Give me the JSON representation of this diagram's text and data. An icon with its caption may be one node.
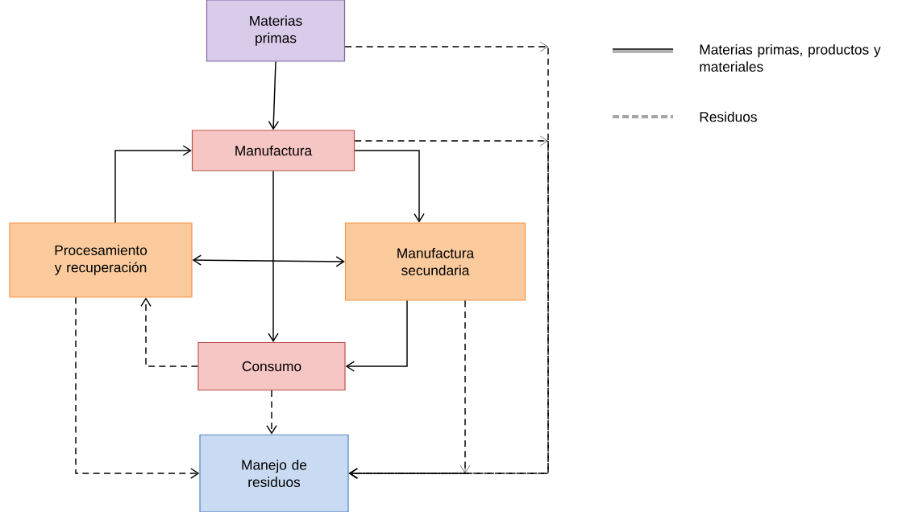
{
  "diagram": {
    "nodes": [
      {
        "text": [
          "Materias primas"
        ]
      },
      {
        "text": [
          "Manufactura"
        ]
      },
      {
        "text": [
          "Procesamiento y recuperación"
        ]
      },
      {
        "text": [
          "Manufactura secundaria"
        ]
      },
      {
        "text": [
          "Consumo"
        ]
      },
      {
        "text": [
          "Manejo de residuos"
        ]
      }
    ],
    "edges": [
      {
        "from": 0,
        "to": 1,
        "arrow": "to"
      },
      {
        "from": 1,
        "to": 3,
        "arrow": "to"
      },
      {
        "from": 2,
        "to": 1,
        "arrow": "to"
      },
      {
        "from": 1,
        "to": 4,
        "arrow": "to"
      },
      {
        "from": 2,
        "to": 3,
        "arrow": "both"
      },
      {
        "from": 3,
        "to": 4,
        "arrow": "to"
      },
      {
        "from": 4,
        "to": 2,
        "arrow": "to",
        "style": "dashed"
      },
      {
        "from": 4,
        "to": 5,
        "arrow": "to",
        "style": "dashed"
      },
      {
        "from": 2,
        "to": 5,
        "arrow": "to",
        "style": "dashed"
      },
      {
        "from": 0,
        "to": 5,
        "arrow": "to",
        "style": "dashed"
      },
      {
        "from": 1,
        "to": 5,
        "arrow": "to",
        "style": "dashed"
      },
      {
        "from": 3,
        "to": 5,
        "arrow": "to",
        "style": "dashed"
      }
    ],
    "legend": [
      {
        "text": "Materias primas, productos y materiales"
      },
      {
        "text": "Residuos"
      }
    ]
  }
}
